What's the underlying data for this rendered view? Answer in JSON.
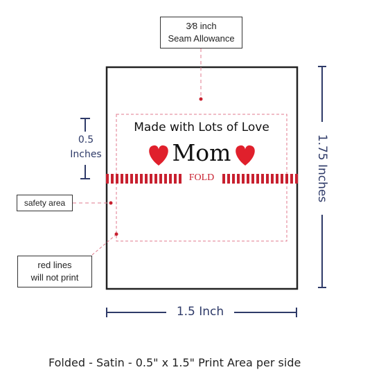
{
  "seam_callout": {
    "fraction": "3⁄8",
    "unit": "inch",
    "line2": "Seam Allowance"
  },
  "label": {
    "line1": "Made with Lots of Love",
    "name": "Mom",
    "fold": "FOLD"
  },
  "dims": {
    "left_value": "0.5",
    "left_unit": "Inches",
    "right": "1.75 Inches",
    "bottom": "1.5 Inch"
  },
  "safety_callout": "safety area",
  "redlines_callout": {
    "line1": "red lines",
    "line2": "will not print"
  },
  "caption": "Folded - Satin - 0.5\" x 1.5\" Print Area per side",
  "icons": {
    "heart": "red-heart-icon"
  },
  "colors": {
    "navy": "#2e3a68",
    "red": "#c8202f",
    "pink": "#e07a8c",
    "frame": "#222222"
  }
}
